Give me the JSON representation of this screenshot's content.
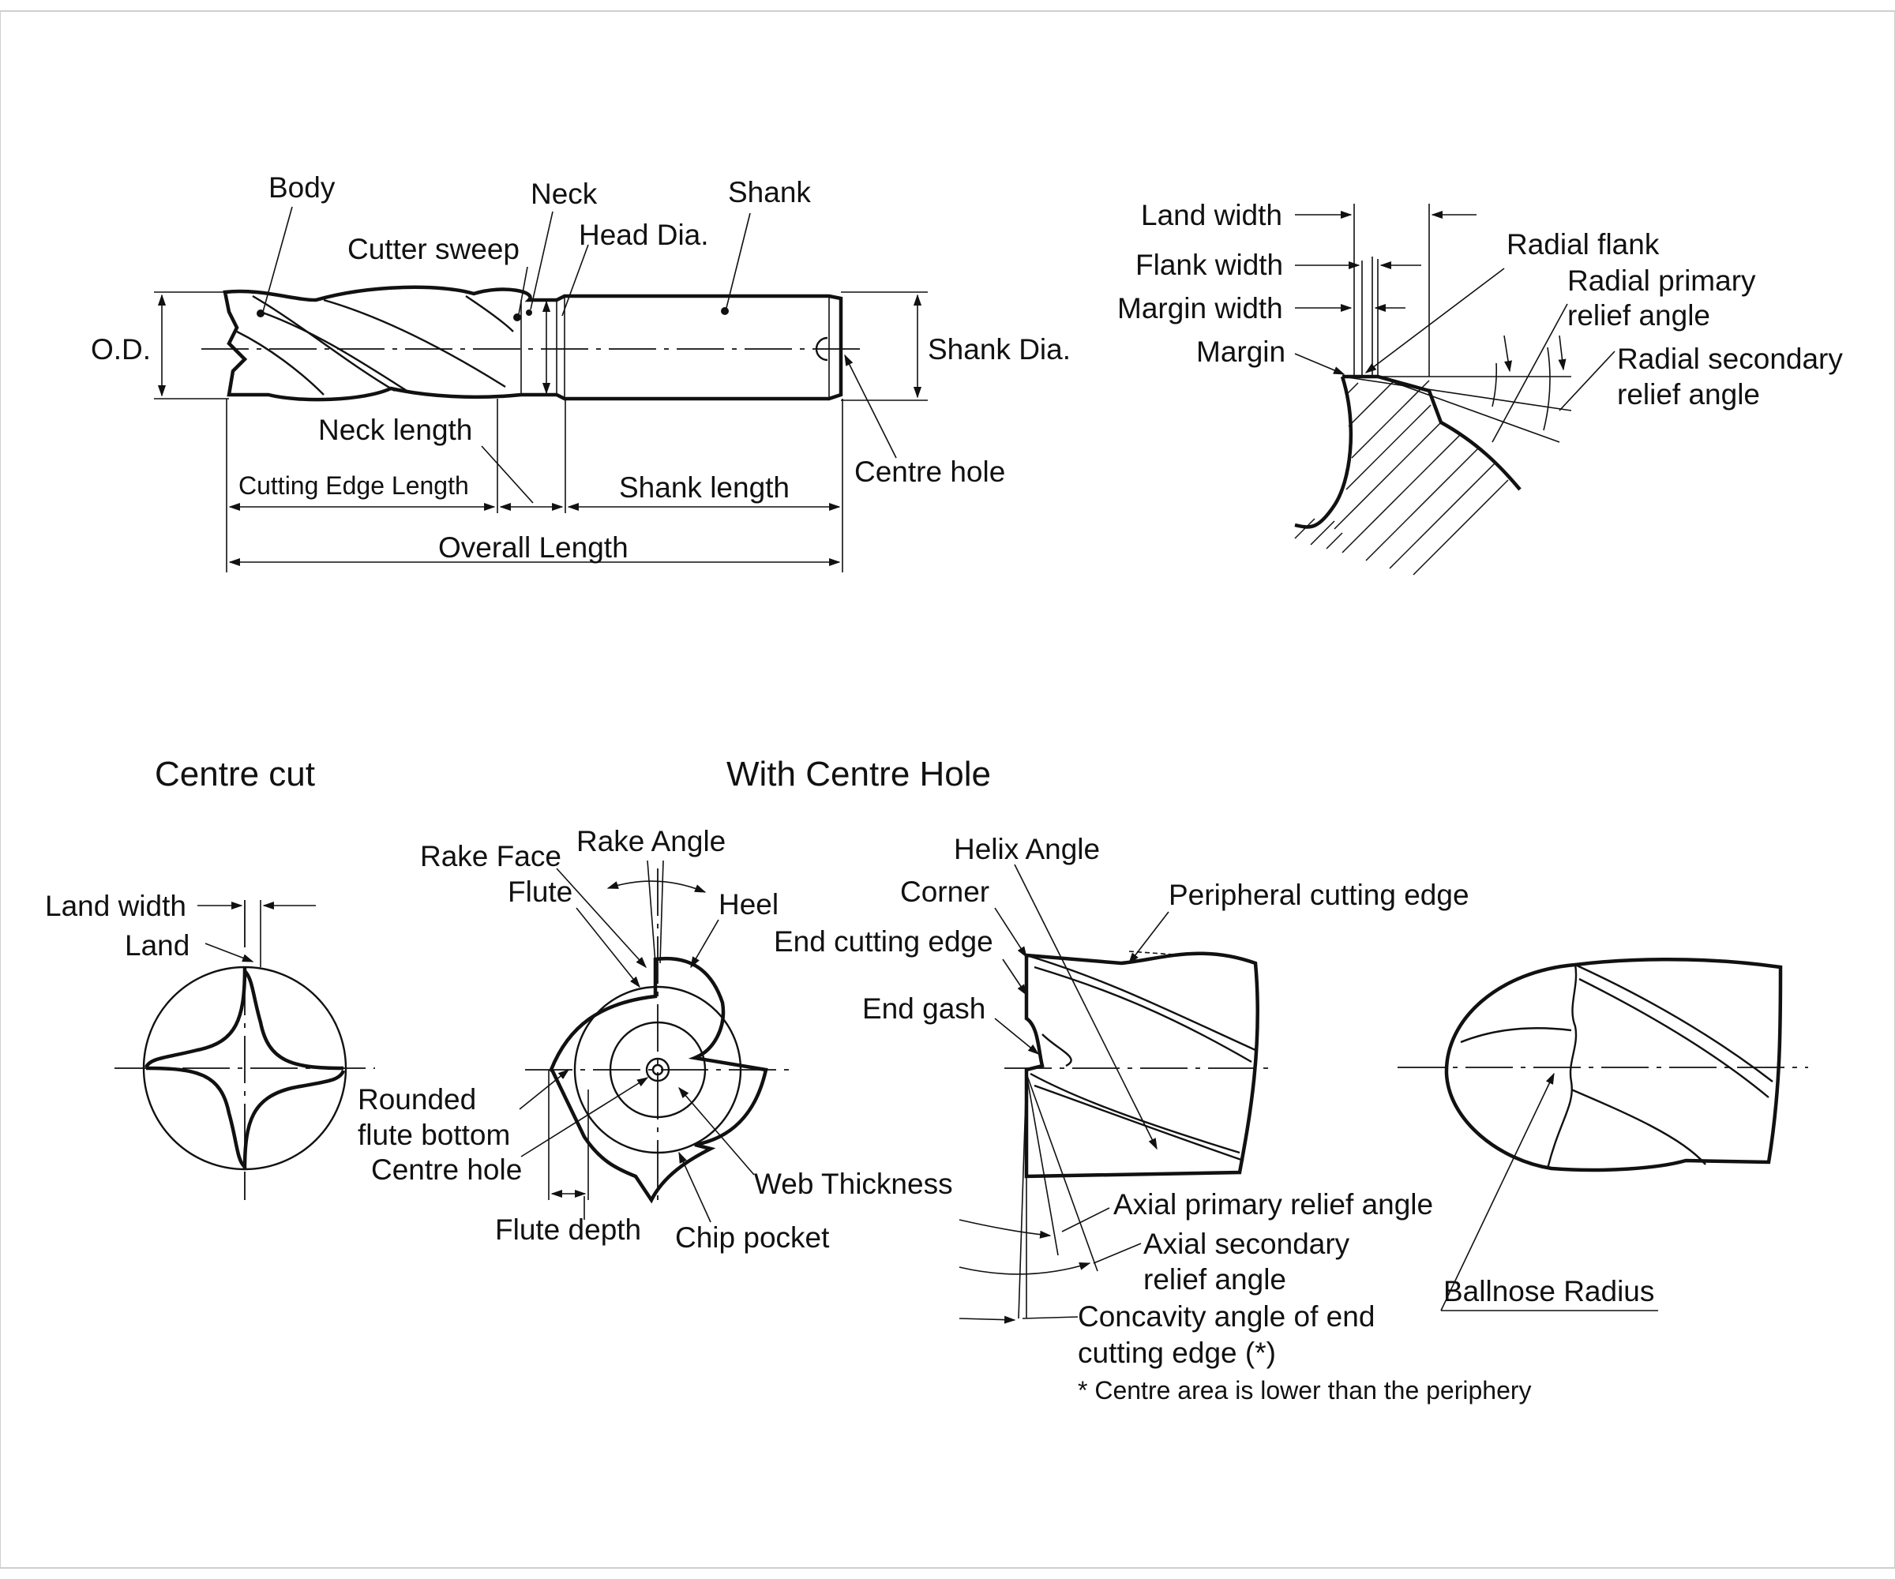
{
  "labels": {
    "body": "Body",
    "neck": "Neck",
    "shank": "Shank",
    "cutter_sweep": "Cutter sweep",
    "head_dia": "Head Dia.",
    "od": "O.D.",
    "shank_dia": "Shank Dia.",
    "neck_length": "Neck length",
    "centre_hole_side": "Centre hole",
    "cutting_edge_length": "Cutting Edge Length",
    "shank_length": "Shank length",
    "overall_length": "Overall Length",
    "land_width_radial": "Land width",
    "flank_width": "Flank width",
    "margin_width": "Margin width",
    "margin": "Margin",
    "radial_flank": "Radial flank",
    "radial_primary_1": "Radial primary",
    "radial_primary_2": "relief angle",
    "radial_secondary_1": "Radial secondary",
    "radial_secondary_2": "relief angle",
    "centre_cut": "Centre cut",
    "with_centre_hole": "With Centre Hole",
    "land_width_end": "Land width",
    "land": "Land",
    "rake_face": "Rake Face",
    "rake_angle": "Rake Angle",
    "flute": "Flute",
    "heel": "Heel",
    "rounded_1": "Rounded",
    "rounded_2": "flute bottom",
    "centre_hole_end": "Centre hole",
    "web_thickness": "Web Thickness",
    "flute_depth": "Flute depth",
    "chip_pocket": "Chip pocket",
    "helix_angle": "Helix Angle",
    "corner": "Corner",
    "peripheral_cutting_edge": "Peripheral cutting edge",
    "end_cutting_edge": "End cutting edge",
    "end_gash": "End gash",
    "axial_primary": "Axial primary relief angle",
    "axial_secondary_1": "Axial secondary",
    "axial_secondary_2": "relief angle",
    "concavity_1": "Concavity angle of end",
    "concavity_2": "cutting edge (*)",
    "footnote": "* Centre area is lower than the periphery",
    "ballnose_radius": "Ballnose Radius"
  }
}
